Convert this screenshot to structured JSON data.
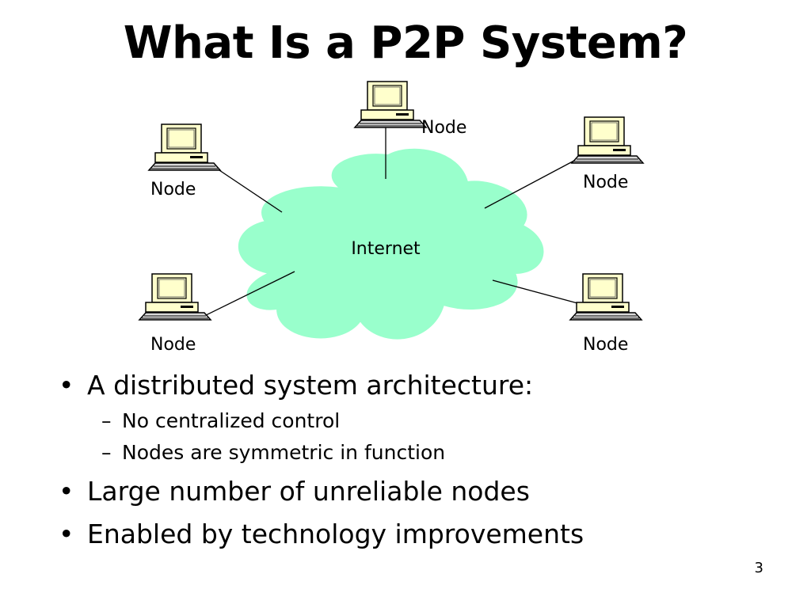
{
  "title": "What Is a P2P System?",
  "diagram": {
    "cloud_label": "Internet",
    "cloud_color": "#99ffcc",
    "monitor_color": "#ffffcc",
    "nodes": [
      {
        "id": "top",
        "label": "Node"
      },
      {
        "id": "top-left",
        "label": "Node"
      },
      {
        "id": "top-right",
        "label": "Node"
      },
      {
        "id": "bottom-left",
        "label": "Node"
      },
      {
        "id": "bottom-right",
        "label": "Node"
      }
    ]
  },
  "bullets": [
    {
      "text": "A distributed system architecture:",
      "sub": [
        "No centralized control",
        "Nodes are symmetric in function"
      ]
    },
    {
      "text": "Large number of unreliable nodes",
      "sub": []
    },
    {
      "text": "Enabled by technology improvements",
      "sub": []
    }
  ],
  "bullet_glyph": "•",
  "sub_glyph": "–",
  "page_number": "3"
}
